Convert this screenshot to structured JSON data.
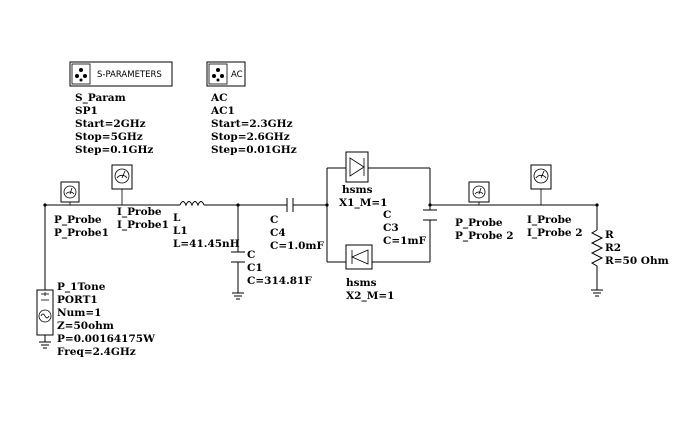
{
  "sparam": {
    "header": "S-PARAMETERS",
    "lines": [
      "S_Param",
      "SP1",
      "Start=2GHz",
      "Stop=5GHz",
      "Step=0.1GHz"
    ]
  },
  "ac": {
    "header": "AC",
    "lines": [
      "AC",
      "AC1",
      "Start=2.3GHz",
      "Stop=2.6GHz",
      "Step=0.01GHz"
    ]
  },
  "p_probe1": {
    "lines": [
      "P_Probe",
      "P_Probe1"
    ]
  },
  "i_probe1": {
    "lines": [
      "I_Probe",
      "I_Probe1"
    ]
  },
  "l1": {
    "lines": [
      "L",
      "L1",
      "L=41.45nH"
    ]
  },
  "c1": {
    "lines": [
      "C",
      "C1",
      "C=314.81F"
    ]
  },
  "c4": {
    "lines": [
      "C",
      "C4",
      "C=1.0mF"
    ]
  },
  "x1": {
    "lines": [
      "hsms",
      "X1_M=1"
    ]
  },
  "x2": {
    "lines": [
      "hsms",
      "X2_M=1"
    ]
  },
  "c3": {
    "lines": [
      "C",
      "C3",
      "C=1mF"
    ]
  },
  "p_probe2": {
    "lines": [
      "P_Probe",
      "P_Probe 2"
    ]
  },
  "i_probe2": {
    "lines": [
      "I_Probe",
      "I_Probe 2"
    ]
  },
  "r2": {
    "lines": [
      "R",
      "R2",
      "R=50 Ohm"
    ]
  },
  "port1": {
    "lines": [
      "P_1Tone",
      "PORT1",
      "Num=1",
      "Z=50ohm",
      "P=0.00164175W",
      "Freq=2.4GHz"
    ]
  }
}
